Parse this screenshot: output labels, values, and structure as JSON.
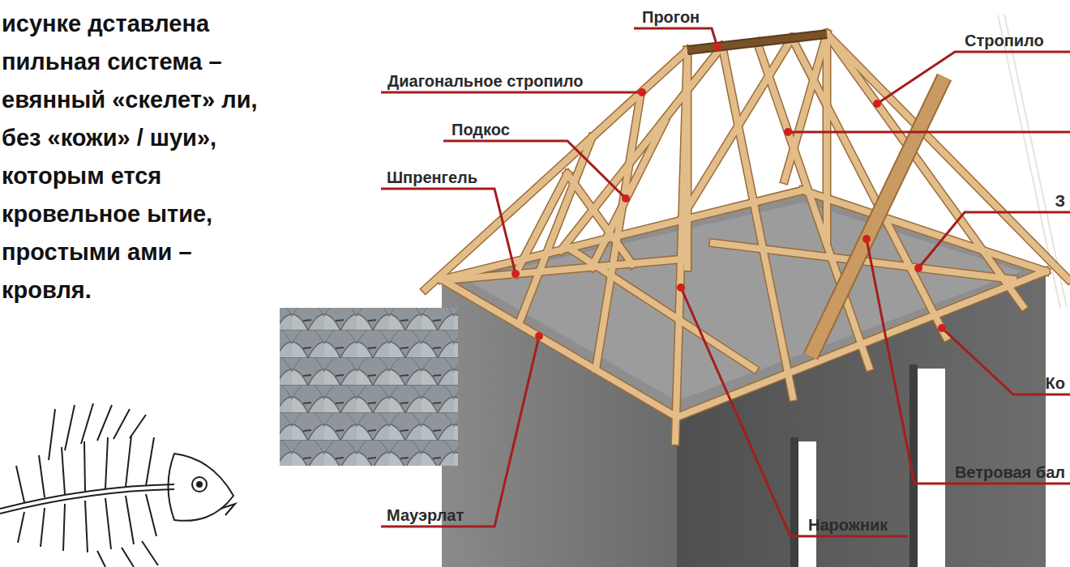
{
  "diagram": {
    "labels": [
      "исунке дставлена пильная система – евянный «скелет» ли, без «кожи» / шуи», которым ется кровельное ытие, простыми ами – кровля.",
      "Прогон",
      "Стропило",
      "Диагональное стропило",
      "Подкос",
      "Шпренгель",
      "З",
      "Ко",
      "Ветровая бал",
      "Мауэрлат",
      "Нарожник"
    ]
  }
}
